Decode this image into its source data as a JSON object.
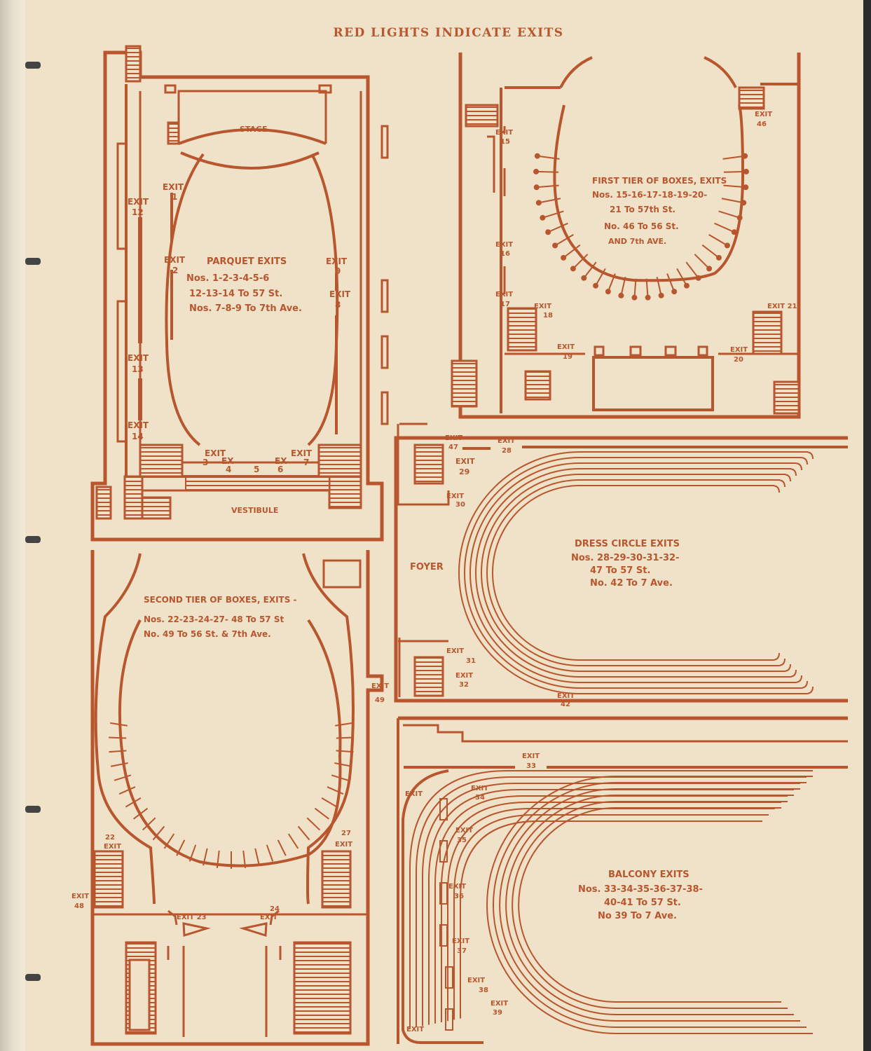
{
  "header": "RED LIGHTS INDICATE EXITS",
  "parquet": {
    "stage": "STAGE",
    "vestibule": "VESTIBULE",
    "caption": [
      "PARQUET EXITS",
      "Nos. 1-2-3-4-5-6",
      "12-13-14 To 57 St.",
      "Nos. 7-8-9 To 7th Ave."
    ],
    "exits": {
      "e1": [
        "EXIT",
        "1"
      ],
      "e2": [
        "EXIT",
        "2"
      ],
      "e12": [
        "EXIT",
        "12"
      ],
      "e13": [
        "EXIT",
        "13"
      ],
      "e14": [
        "EXIT",
        "14"
      ],
      "e9": [
        "EXIT",
        "9"
      ],
      "e8": [
        "EXIT",
        "8"
      ],
      "e3": [
        "EXIT",
        "3"
      ],
      "e4": [
        "EX",
        "4"
      ],
      "e5": [
        "",
        "5"
      ],
      "e6": [
        "EX",
        "6"
      ],
      "e7": [
        "EXIT",
        "7"
      ]
    }
  },
  "first_tier": {
    "caption": [
      "FIRST TIER OF BOXES, EXITS",
      "Nos. 15-16-17-18-19-20-",
      "21 To 57th St.",
      "No. 46 To 56 St.",
      "AND 7th AVE."
    ],
    "exits": {
      "e15": [
        "EXIT",
        "15"
      ],
      "e16": [
        "EXIT",
        "16"
      ],
      "e17": [
        "EXIT",
        "17"
      ],
      "e18": [
        "EXIT",
        "18"
      ],
      "e19": [
        "EXIT",
        "19"
      ],
      "e20": [
        "EXIT",
        "20"
      ],
      "e21": [
        "EXIT 21",
        ""
      ],
      "e46": [
        "EXIT",
        "46"
      ]
    }
  },
  "second_tier": {
    "caption": [
      "SECOND TIER OF BOXES, EXITS -",
      "Nos. 22-23-24-27- 48 To 57 St",
      "No. 49 To 56 St. & 7th Ave."
    ],
    "exits": {
      "e22": [
        "22",
        "EXIT"
      ],
      "e27": [
        "27",
        "EXIT"
      ],
      "e48": [
        "EXIT",
        "48"
      ],
      "e49": [
        "EXIT",
        "49"
      ],
      "e23": [
        "EXIT 23",
        ""
      ],
      "e24": [
        "24",
        "EXIT"
      ]
    }
  },
  "dress_circle": {
    "foyer": "FOYER",
    "caption": [
      "DRESS CIRCLE EXITS",
      "Nos. 28-29-30-31-32-",
      "47 To 57 St.",
      "No. 42 To 7 Ave."
    ],
    "exits": {
      "e47": [
        "EXIT",
        "47"
      ],
      "e28": [
        "EXIT",
        "28"
      ],
      "e29": [
        "EXIT",
        "29"
      ],
      "e30": [
        "EXIT",
        "30"
      ],
      "e31": [
        "EXIT",
        "31"
      ],
      "e32": [
        "EXIT",
        "32"
      ],
      "e42": [
        "EXIT",
        "42"
      ]
    }
  },
  "balcony": {
    "caption": [
      "BALCONY EXITS",
      "Nos. 33-34-35-36-37-38-",
      "40-41 To 57 St.",
      "No 39 To 7 Ave."
    ],
    "exits": {
      "e33": [
        "EXIT",
        "33"
      ],
      "e34": [
        "EXIT",
        "34"
      ],
      "e35": [
        "EXIT",
        "35"
      ],
      "e36": [
        "EXIT",
        "36"
      ],
      "e37": [
        "EXIT",
        "37"
      ],
      "e38": [
        "EXIT",
        "38"
      ],
      "e39": [
        "EXIT",
        "39"
      ],
      "e40": [
        "EXIT",
        ""
      ],
      "e41": [
        "EXIT",
        ""
      ]
    }
  },
  "colors": {
    "ink": "#b8562e",
    "paper": "#efe2c9",
    "edge": "#2a2a2a"
  }
}
